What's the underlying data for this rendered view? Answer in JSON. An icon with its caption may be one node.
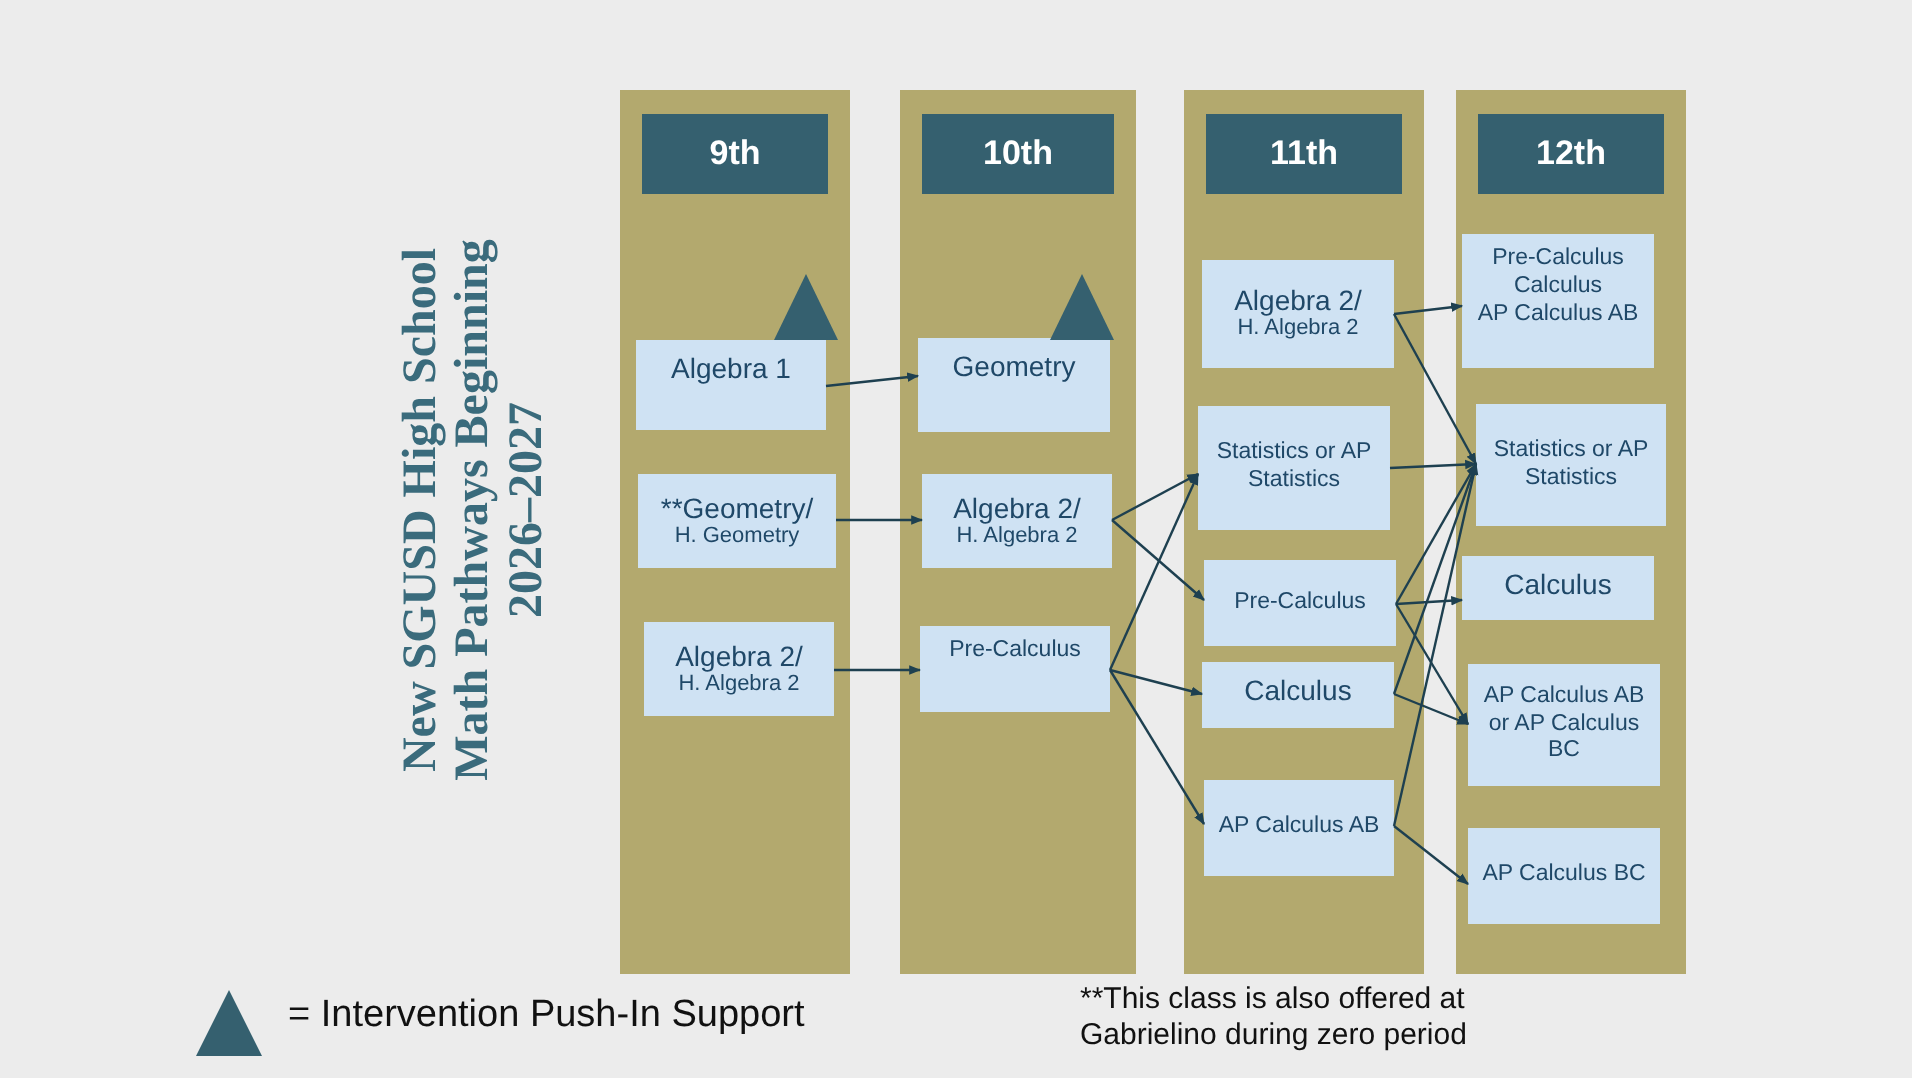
{
  "diagram": {
    "title": "New SGUSD High School Math Pathways Beginning 2026–2027",
    "nodes": [
      {
        "text": [
          "9th"
        ]
      },
      {
        "text": [
          "Algebra 1"
        ],
        "in": 0
      },
      {
        "text": [
          "**Geometry/",
          "H. Geometry"
        ],
        "in": 0
      },
      {
        "text": [
          "Algebra 2/",
          "H. Algebra 2"
        ],
        "in": 0
      },
      {
        "text": [
          "10th"
        ]
      },
      {
        "text": [
          "Geometry"
        ],
        "in": 4
      },
      {
        "text": [
          "Algebra 2/",
          "H. Algebra 2"
        ],
        "in": 4
      },
      {
        "text": [
          "Pre-Calculus"
        ],
        "in": 4
      },
      {
        "text": [
          "11th"
        ]
      },
      {
        "text": [
          "Algebra 2/",
          "H. Algebra 2"
        ],
        "in": 8
      },
      {
        "text": [
          "Statistics or AP Statistics"
        ],
        "in": 8
      },
      {
        "text": [
          "Pre-Calculus"
        ],
        "in": 8
      },
      {
        "text": [
          "Calculus"
        ],
        "in": 8
      },
      {
        "text": [
          "AP Calculus AB"
        ],
        "in": 8
      },
      {
        "text": [
          "12th"
        ]
      },
      {
        "text": [
          "Pre-Calculus",
          "Calculus",
          "AP Calculus AB"
        ],
        "in": 14
      },
      {
        "text": [
          "Statistics or AP Statistics"
        ],
        "in": 14
      },
      {
        "text": [
          "Calculus"
        ],
        "in": 14
      },
      {
        "text": [
          "AP Calculus AB or AP Calculus BC"
        ],
        "in": 14
      },
      {
        "text": [
          "AP Calculus BC"
        ],
        "in": 14
      }
    ],
    "edges": [
      {
        "from": 1,
        "to": 5,
        "arrow": "to"
      },
      {
        "from": 2,
        "to": 6,
        "arrow": "to"
      },
      {
        "from": 3,
        "to": 7,
        "arrow": "to"
      },
      {
        "from": 6,
        "to": 10,
        "arrow": "to"
      },
      {
        "from": 6,
        "to": 11,
        "arrow": "to"
      },
      {
        "from": 7,
        "to": 10,
        "arrow": "to"
      },
      {
        "from": 7,
        "to": 12,
        "arrow": "to"
      },
      {
        "from": 7,
        "to": 13,
        "arrow": "to"
      },
      {
        "from": 9,
        "to": 15,
        "arrow": "to"
      },
      {
        "from": 9,
        "to": 16,
        "arrow": "to"
      },
      {
        "from": 10,
        "to": 16,
        "arrow": "to"
      },
      {
        "from": 11,
        "to": 16,
        "arrow": "to"
      },
      {
        "from": 11,
        "to": 17,
        "arrow": "to"
      },
      {
        "from": 11,
        "to": 18,
        "arrow": "to"
      },
      {
        "from": 12,
        "to": 16,
        "arrow": "to"
      },
      {
        "from": 12,
        "to": 18,
        "arrow": "to"
      },
      {
        "from": 13,
        "to": 16,
        "arrow": "to"
      },
      {
        "from": 13,
        "to": 19,
        "arrow": "to"
      }
    ],
    "labels": [
      "**This class is also offered at Gabrielino during zero period"
    ],
    "legend": [
      {
        "text": "= Intervention Push-In Support"
      }
    ]
  }
}
